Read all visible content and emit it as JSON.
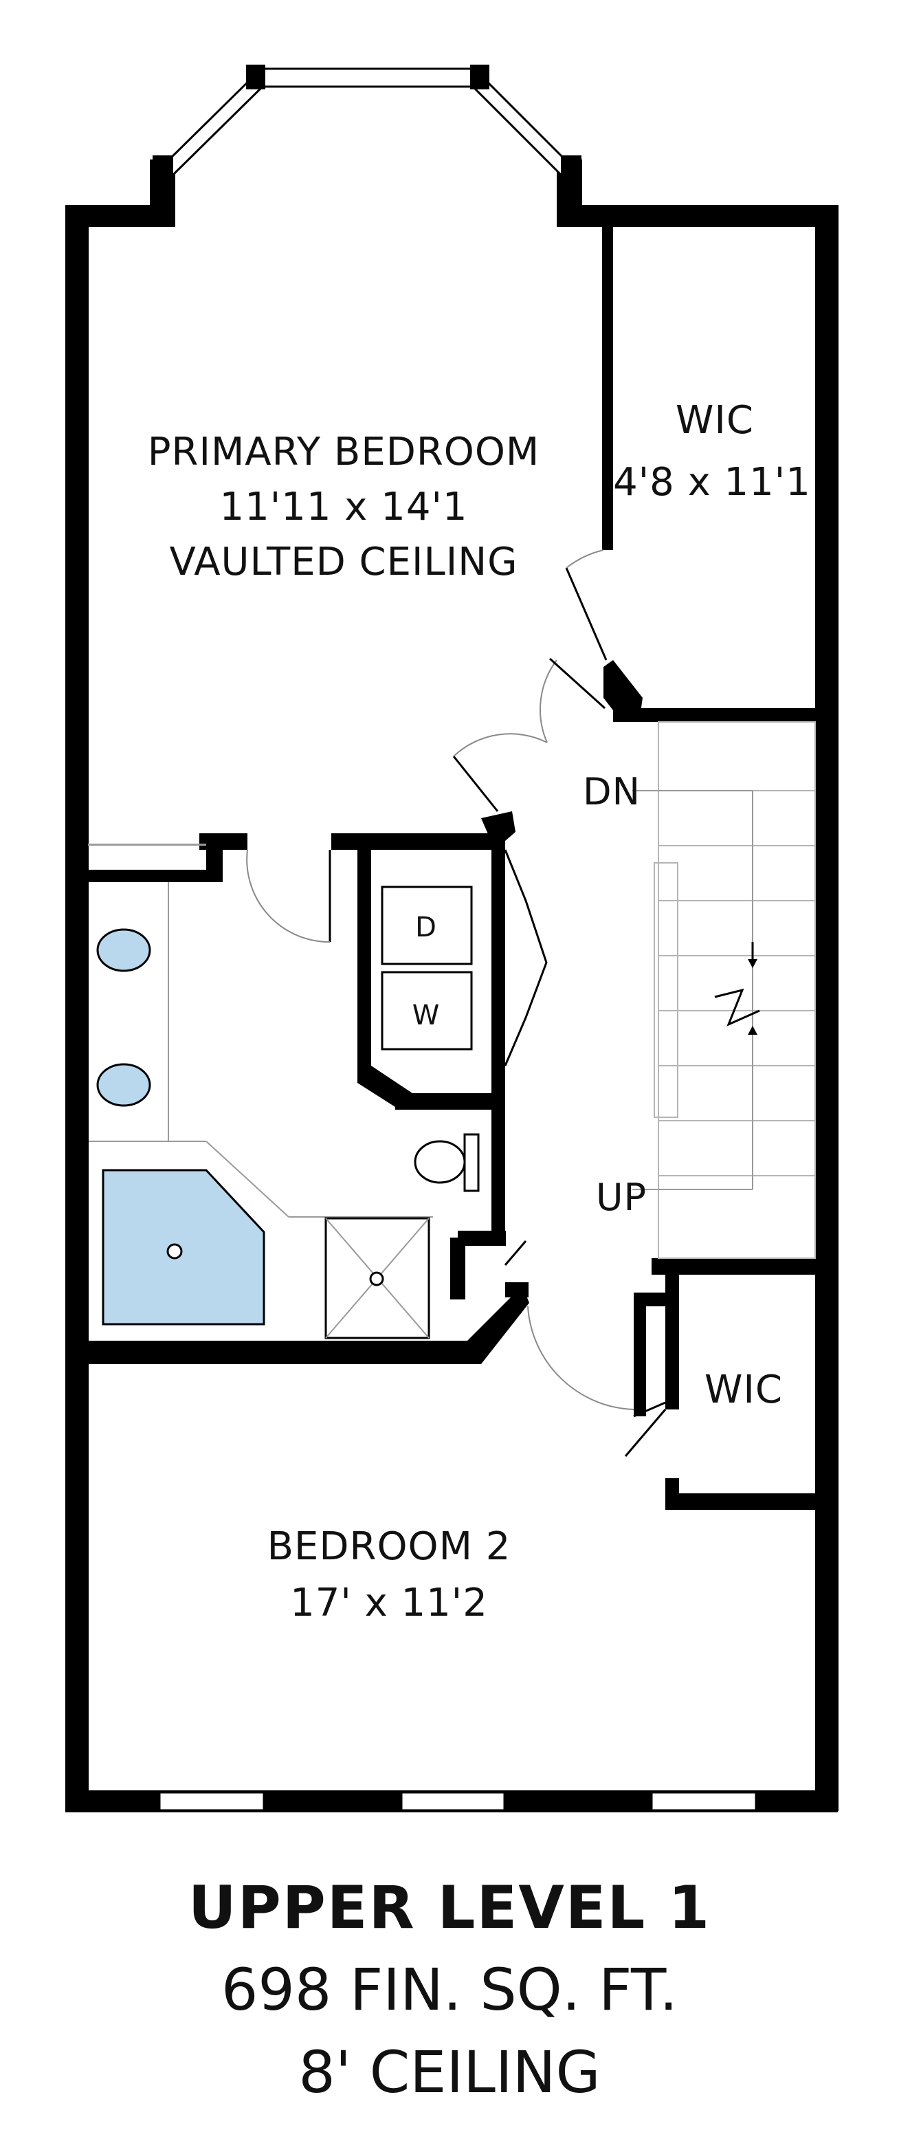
{
  "rooms": {
    "primary_bedroom": {
      "name": "PRIMARY BEDROOM",
      "size": "11'11 x 14'1",
      "note": "VAULTED CEILING"
    },
    "wic_primary": {
      "name": "WIC",
      "size": "4'8 x 11'1"
    },
    "bedroom_2": {
      "name": "BEDROOM 2",
      "size": "17' x 11'2"
    },
    "wic_second": {
      "name": "WIC"
    }
  },
  "appliances": {
    "dryer": "D",
    "washer": "W"
  },
  "stairs": {
    "down": "DN",
    "up": "UP"
  },
  "footer": {
    "title": "UPPER LEVEL 1",
    "area": "698 FIN. SQ. FT.",
    "ceiling": "8' CEILING"
  },
  "colors": {
    "wall": "#000000",
    "water": "#b9d8ee"
  }
}
